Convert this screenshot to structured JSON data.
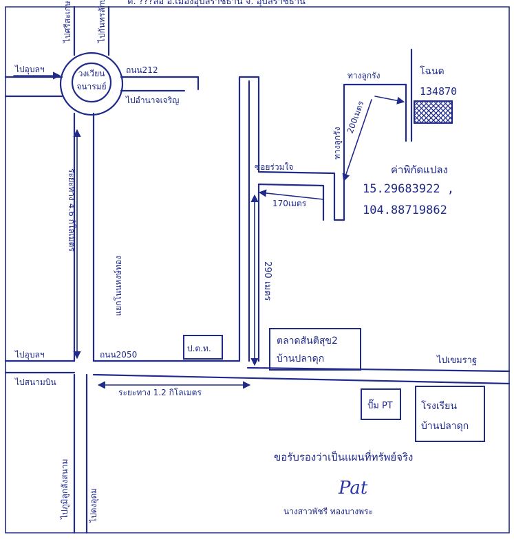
{
  "header_text": "ต. ???ลอ อ.เมืองอุบลราชธานี จ. อุบลราชธานี",
  "roundabout": {
    "line1": "วงเวียน",
    "line2": "จนารมย์"
  },
  "roads": {
    "to_north_1": "ไปศรีสะเกษ",
    "to_north_2": "ไปกันทรลักษ์",
    "to_ubon_top": "ไปอุบลฯ",
    "road_212": "ถนน212",
    "to_amnat": "ไปอำนาจเจริญ",
    "junction_vertical": "แยกโนนหงษ์ทอง",
    "distance_left": "ระยะทาง 4.6 กิโลเมตร",
    "to_ubon_bottom": "ไปอุบลฯ",
    "road_2050": "ถนน2050",
    "to_airport": "ไปสนามบิน",
    "distance_bottom": "ระยะทาง 1.2 กิโลเมตร",
    "to_khemarat": "ไปเขมราฐ",
    "to_phu_vertical": "ไปภูมิลูกลังสนาม",
    "to_dong_udom": "ไปดงอุดม",
    "soi_name": "ซอยร่วมใจ",
    "dist_170": "170เมตร",
    "dist_290": "290 เมตร",
    "lane_top": "ทางลูกรัง",
    "lane_vertical": "ทางลูกรัง",
    "dist_200": "200เมตร"
  },
  "plot": {
    "title_line1": "โฉนด",
    "deed_number": "134870"
  },
  "coordinates": {
    "label": "ค่าพิกัดแปลง",
    "lat": "15.29683922 ,",
    "lon": "104.88719862"
  },
  "landmarks": {
    "pot": "ป.ต.ท.",
    "market_line1": "ตลาดสันติสุข2",
    "market_line2": "บ้านปลาดุก",
    "pump": "ปั๊ม PT",
    "school_line1": "โรงเรียน",
    "school_line2": "บ้านปลาดุก"
  },
  "certification": {
    "statement": "ขอรับรองว่าเป็นแผนที่ทรัพย์จริง",
    "signature": "Pat",
    "name": "นางสาวพัชรี ทองบางพระ"
  },
  "colors": {
    "ink": "#1f2a8a",
    "hatch": "#1f2a8a",
    "paper": "#ffffff"
  }
}
